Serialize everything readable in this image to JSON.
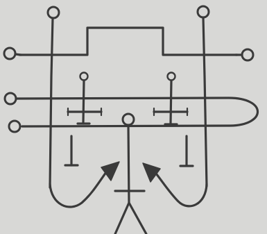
{
  "figure": {
    "background": "#d8d8d6",
    "ink_color": "#3a3a3a",
    "style": "hand-drawn line diagram",
    "elements": [
      "top-left-pin",
      "top-right-pin",
      "raised-top-bar",
      "upper-crossbar",
      "middle-crossbar-loop",
      "lower-crossbar-loop",
      "left-hanging-cross",
      "right-hanging-cross",
      "left-t-mark",
      "right-t-mark",
      "left-u-loop",
      "right-u-loop",
      "left-arrow",
      "right-arrow",
      "central-stick-figure"
    ]
  }
}
